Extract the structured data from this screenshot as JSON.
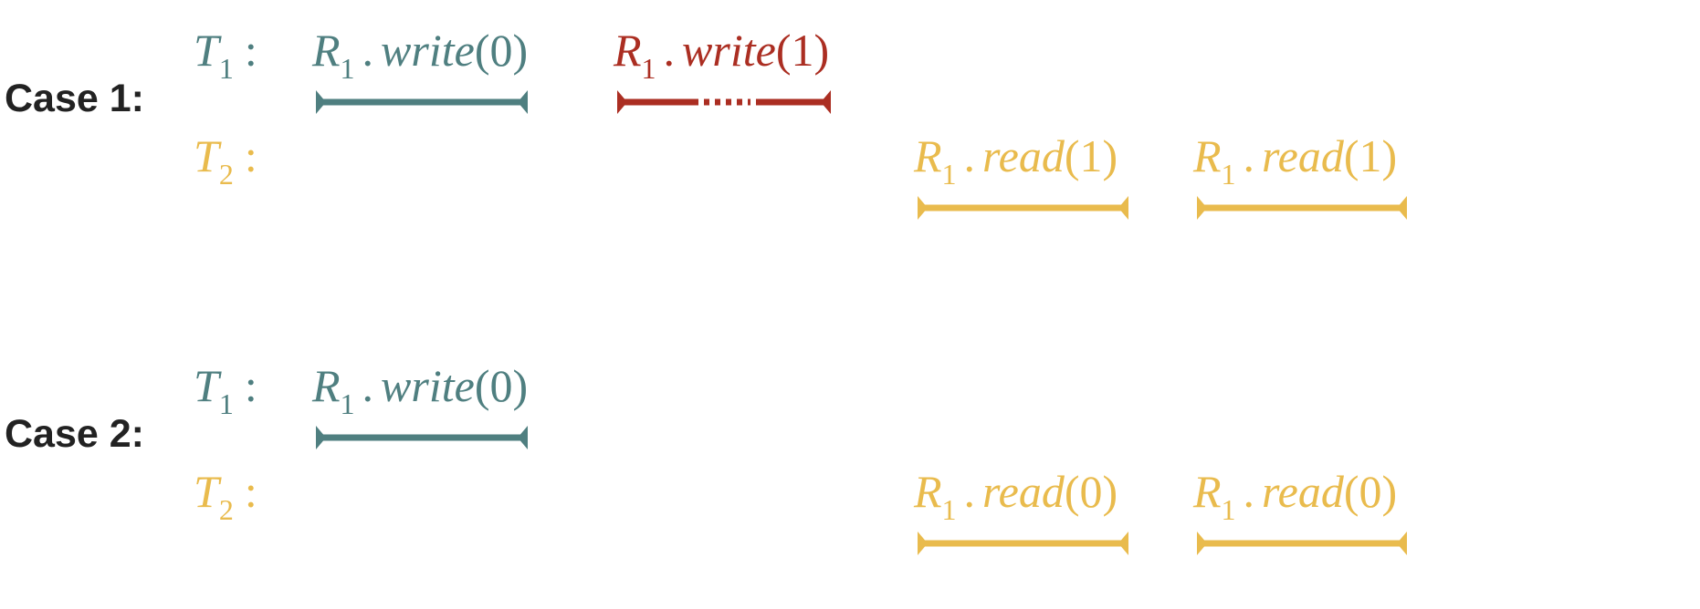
{
  "colors": {
    "teal": "#4f7f80",
    "red": "#ab2e22",
    "gold": "#e9bb4d",
    "label": "#222222"
  },
  "cases": [
    {
      "label": "Case 1:",
      "threads": [
        {
          "name": "T",
          "sub": "1",
          "colon": ":",
          "color": "teal",
          "ops": [
            {
              "reg": "R",
              "regsub": "1",
              "dot": ".",
              "method": "write",
              "arg": "(0)",
              "color": "teal",
              "dashed": false
            },
            {
              "reg": "R",
              "regsub": "1",
              "dot": ".",
              "method": "write",
              "arg": "(1)",
              "color": "red",
              "dashed": true
            }
          ]
        },
        {
          "name": "T",
          "sub": "2",
          "colon": ":",
          "color": "gold",
          "ops": [
            {
              "reg": "R",
              "regsub": "1",
              "dot": ".",
              "method": "read",
              "arg": "(1)",
              "color": "gold",
              "dashed": false
            },
            {
              "reg": "R",
              "regsub": "1",
              "dot": ".",
              "method": "read",
              "arg": "(1)",
              "color": "gold",
              "dashed": false
            }
          ]
        }
      ]
    },
    {
      "label": "Case 2:",
      "threads": [
        {
          "name": "T",
          "sub": "1",
          "colon": ":",
          "color": "teal",
          "ops": [
            {
              "reg": "R",
              "regsub": "1",
              "dot": ".",
              "method": "write",
              "arg": "(0)",
              "color": "teal",
              "dashed": false
            }
          ]
        },
        {
          "name": "T",
          "sub": "2",
          "colon": ":",
          "color": "gold",
          "ops": [
            {
              "reg": "R",
              "regsub": "1",
              "dot": ".",
              "method": "read",
              "arg": "(0)",
              "color": "gold",
              "dashed": false
            },
            {
              "reg": "R",
              "regsub": "1",
              "dot": ".",
              "method": "read",
              "arg": "(0)",
              "color": "gold",
              "dashed": false
            }
          ]
        }
      ]
    }
  ]
}
